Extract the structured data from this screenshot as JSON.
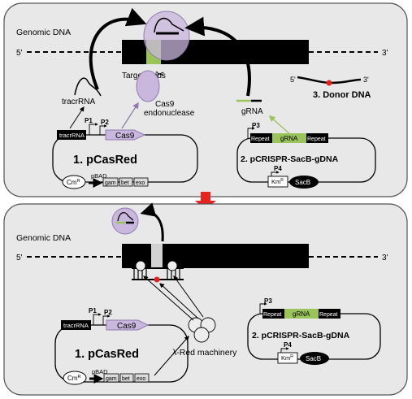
{
  "colors": {
    "panel_fill": "#e8e8e8",
    "panel_stroke": "#555555",
    "gene_green": "#9ac35a",
    "cas9_purple": "#c9b7de",
    "cas9_stroke": "#8f7bb0",
    "red_arrow": "#e8221c",
    "red_dot": "#e2231a"
  },
  "top": {
    "genomic_dna": "Genomic DNA",
    "five_prime": "5'",
    "three_prime": "3'",
    "target_locus": "Target locus",
    "tracrrna": "tracrRNA",
    "cas9_endonuclease_line1": "Cas9",
    "cas9_endonuclease_line2": "endonuclease",
    "grna": "gRNA",
    "donor_5": "5'",
    "donor_3": "3'",
    "donor_dna": "3. Donor DNA",
    "pcasred": {
      "title": "1. pCasRed",
      "p1": "P1",
      "p2": "P2",
      "tracrrna_box": "tracrRNA",
      "cas9": "Cas9",
      "cmr": "Cm",
      "cmr_sup": "R",
      "pbad": "pBAD",
      "gam": "gam",
      "bet": "bet",
      "exo": "exo"
    },
    "pcrispr": {
      "title": "2. pCRISPR-SacB-gDNA",
      "p3": "P3",
      "p4": "P4",
      "repeat_left": "Repeat",
      "grna": "gRNA",
      "repeat_right": "Repeat",
      "kmr": "Km",
      "kmr_sup": "R",
      "sacb": "SacB"
    }
  },
  "bottom": {
    "genomic_dna": "Genomic DNA",
    "five_prime": "5'",
    "three_prime": "3'",
    "lambda_red": "λ-Red machinery",
    "pcasred": {
      "title": "1. pCasRed",
      "p1": "P1",
      "p2": "P2",
      "tracrrna_box": "tracrRNA",
      "cas9": "Cas9",
      "cmr": "Cm",
      "cmr_sup": "R",
      "pbad": "pBAD",
      "gam": "gam",
      "bet": "bet",
      "exo": "exo"
    },
    "pcrispr": {
      "title": "2. pCRISPR-SacB-gDNA",
      "p3": "P3",
      "p4": "P4",
      "repeat_left": "Repeat",
      "grna": "gRNA",
      "repeat_right": "Repeat",
      "kmr": "Km",
      "kmr_sup": "R",
      "sacb": "SacB"
    }
  }
}
